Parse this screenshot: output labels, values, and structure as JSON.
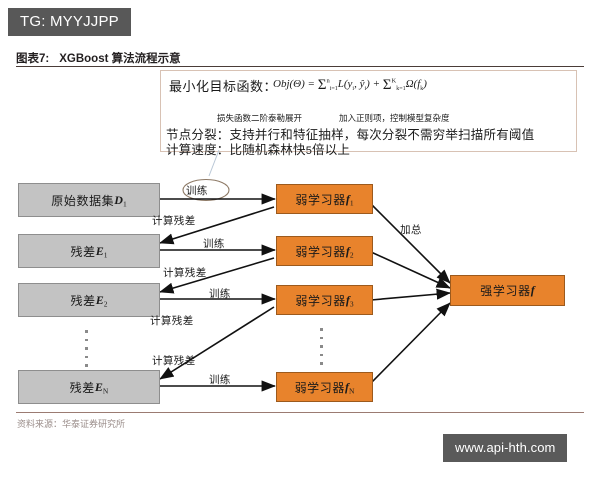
{
  "watermarks": {
    "top": "TG: MYYJJPP",
    "bottom": "www.api-hth.com"
  },
  "figure": {
    "number": "图表7:",
    "title": "XGBoost 算法流程示意",
    "source": "资料来源：华泰证券研究所"
  },
  "panel": {
    "objective_label": "最小化目标函数：",
    "formula_plain": "Obj(Θ) = Σ(i=1..n) L(yi, ŷi) + Σ(k=1..K) Ω(fk)",
    "formula": {
      "head": "Obj(Θ) =",
      "sum1": "Σ",
      "sum1_lower": "i=1",
      "sum1_upper": "n",
      "term1": "L(y",
      "term1_sub1": "i",
      "term1_mid": ", ŷ",
      "term1_sub2": "i",
      "term1_end": ")",
      "plus": "+",
      "sum2": "Σ",
      "sum2_lower": "k=1",
      "sum2_upper": "K",
      "term2": "Ω(f",
      "term2_sub": "k",
      "term2_end": ")"
    },
    "annotation_left": "损失函数二阶泰勒展开",
    "annotation_right": "加入正则项，控制模型复杂度",
    "split_line": "节点分裂：支持并行和特征抽样，每次分裂不需穷举扫描所有阈值",
    "speed_line_pre": "计算速度：比随机森林快",
    "speed_line_num": "5",
    "speed_line_post": "倍以上"
  },
  "flow": {
    "data_nodes": [
      {
        "text": "原始数据集 ",
        "symbol": "D",
        "sub": "1"
      },
      {
        "text": "残差 ",
        "symbol": "E",
        "sub": "1"
      },
      {
        "text": "残差 ",
        "symbol": "E",
        "sub": "2"
      },
      {
        "text": "残差 ",
        "symbol": "E",
        "sub": "N"
      }
    ],
    "learner_nodes": [
      {
        "text": "弱学习器 ",
        "symbol": "f",
        "sub": "1"
      },
      {
        "text": "弱学习器 ",
        "symbol": "f",
        "sub": "2"
      },
      {
        "text": "弱学习器 ",
        "symbol": "f",
        "sub": "3"
      },
      {
        "text": "弱学习器 ",
        "symbol": "f",
        "sub": "N"
      }
    ],
    "strong_node": {
      "text": "强学习器 ",
      "symbol": "f",
      "sub": ""
    },
    "edge_labels": {
      "train": "训练",
      "residual": "计算残差",
      "sum": "加总"
    },
    "train_labels": [
      "训练",
      "训练",
      "训练",
      "训练"
    ],
    "residual_labels": [
      "计算残差",
      "计算残差",
      "计算残差"
    ],
    "sum_label": "加总"
  },
  "colors": {
    "node_gray_fill": "#c3c3c3",
    "node_gray_border": "#8e8e8e",
    "node_orange_fill": "#e8832c",
    "node_orange_border": "#9c5a1d",
    "panel_border": "#d8c2b4",
    "rule_top": "#4a3c38",
    "rule_bottom": "#9b7b72",
    "watermark_bg": "#585858",
    "source_text": "#9a8d8a"
  }
}
